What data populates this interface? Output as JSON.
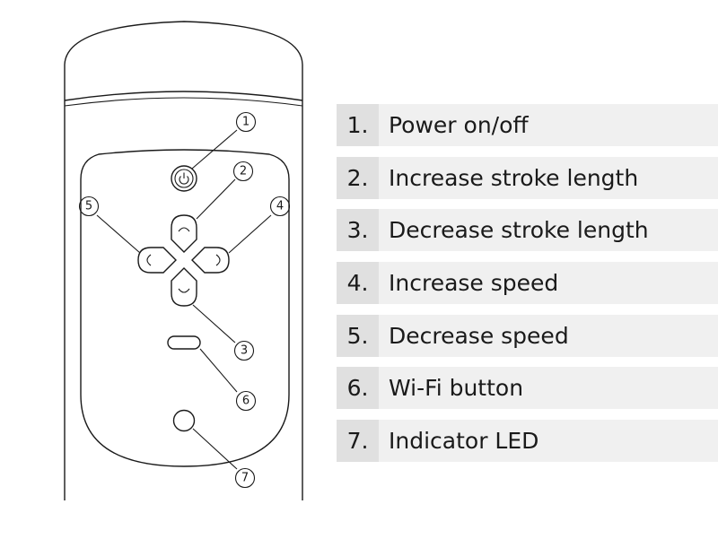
{
  "callouts": [
    "1",
    "2",
    "3",
    "4",
    "5",
    "6",
    "7"
  ],
  "legend": [
    {
      "num": "1.",
      "text": "Power on/off"
    },
    {
      "num": "2.",
      "text": "Increase stroke length"
    },
    {
      "num": "3.",
      "text": "Decrease stroke length"
    },
    {
      "num": "4.",
      "text": "Increase speed"
    },
    {
      "num": "5.",
      "text": "Decrease speed"
    },
    {
      "num": "6.",
      "text": "Wi-Fi button"
    },
    {
      "num": "7.",
      "text": "Indicator LED"
    }
  ],
  "icons": [
    "power-icon"
  ],
  "colors": {
    "line": "#1a1a1a",
    "row_background": "#f0f0f0",
    "number_cell_background": "#e0e0e0"
  }
}
